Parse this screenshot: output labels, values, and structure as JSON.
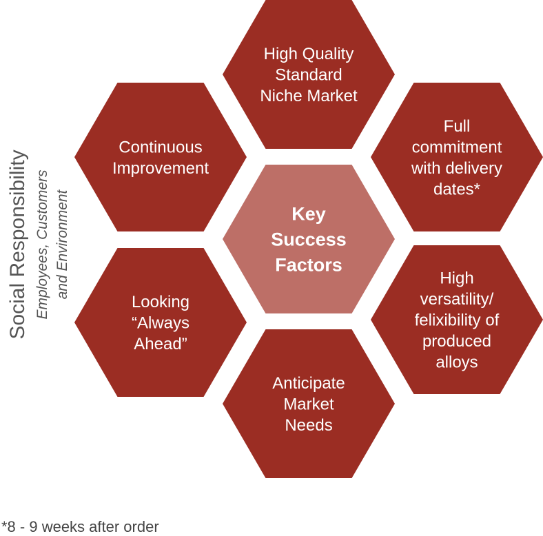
{
  "colors": {
    "outer_hex": "#9b2d23",
    "center_hex": "#bd6f67",
    "text_on_hex": "#ffffff",
    "side_text": "#555555"
  },
  "center": {
    "lines": [
      "Key",
      "Success",
      "Factors"
    ]
  },
  "hexagons": [
    {
      "id": "quality",
      "lines": [
        "High Quality",
        "Standard",
        "Niche Market"
      ]
    },
    {
      "id": "improvement",
      "lines": [
        "Continuous",
        "Improvement"
      ]
    },
    {
      "id": "delivery",
      "lines": [
        "Full",
        "commitment",
        "with delivery",
        "dates*"
      ]
    },
    {
      "id": "ahead",
      "lines": [
        "Looking",
        "“Always",
        "Ahead”"
      ]
    },
    {
      "id": "versatility",
      "lines": [
        "High",
        "versatility/",
        "felixibility of",
        "produced",
        "alloys"
      ]
    },
    {
      "id": "anticipate",
      "lines": [
        "Anticipate",
        "Market",
        "Needs"
      ]
    }
  ],
  "side_label": {
    "title": "Social Responsibility",
    "subtitle_lines": [
      "Employees, Customers",
      "and Environment"
    ]
  },
  "footnote": "*8 - 9 weeks after order"
}
